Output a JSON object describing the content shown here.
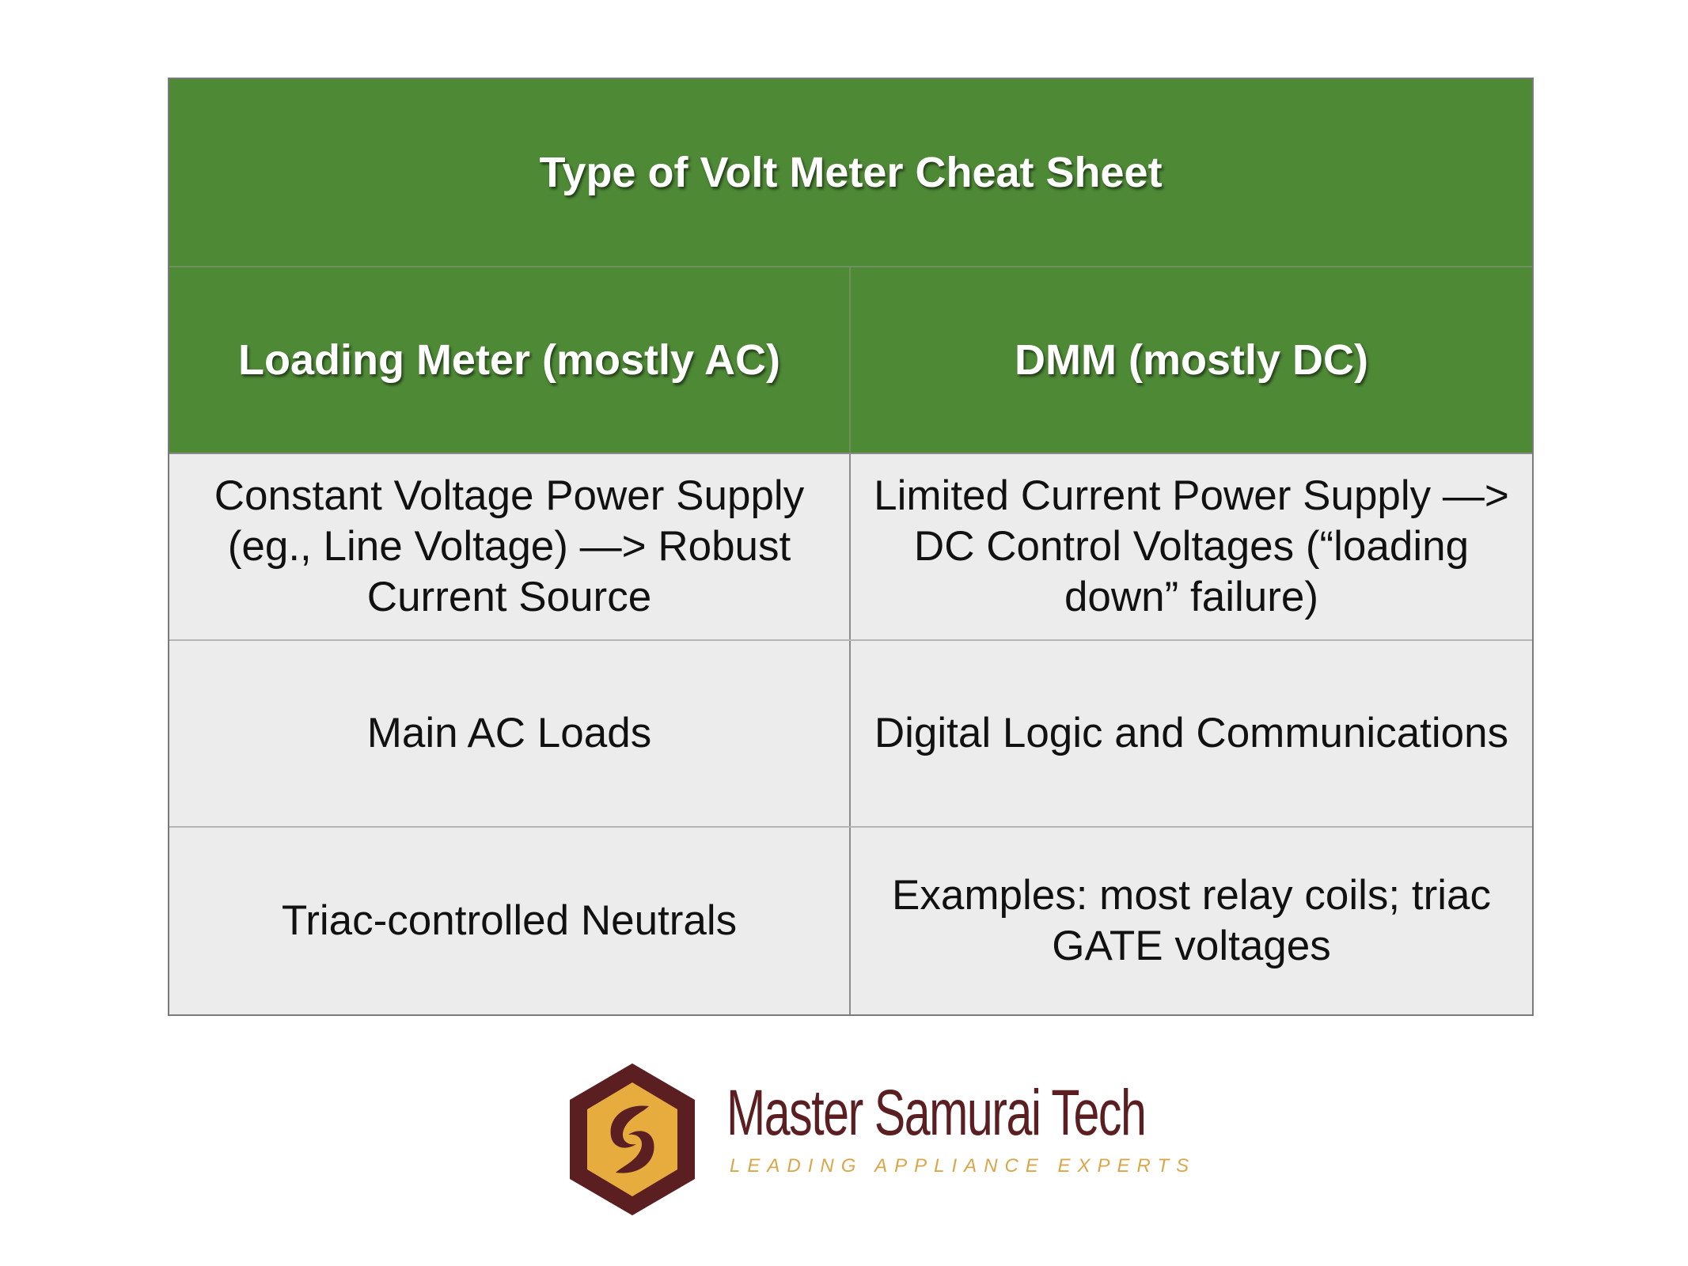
{
  "sheet": {
    "title": "Type of Volt Meter Cheat Sheet",
    "columns": [
      "Loading Meter (mostly AC)",
      "DMM (mostly DC)"
    ],
    "rows": [
      [
        "Constant Voltage Power Supply\n(eg., Line Voltage) —> Robust\nCurrent Source",
        "Limited Current Power Supply —>\nDC Control Voltages (“loading\ndown” failure)"
      ],
      [
        "Main AC Loads",
        "Digital Logic and Communications"
      ],
      [
        "Triac-controlled Neutrals",
        "Examples: most relay coils; triac\nGATE voltages"
      ]
    ]
  },
  "brand": {
    "name": "Master Samurai Tech",
    "tagline": "LEADING APPLIANCE EXPERTS",
    "logo_icon": "samurai-hexagon-logo-icon"
  },
  "colors": {
    "header_green": "#4e8936",
    "cell_gray": "#ececec",
    "brand_maroon": "#5b1f22",
    "brand_gold": "#d9a64a"
  }
}
